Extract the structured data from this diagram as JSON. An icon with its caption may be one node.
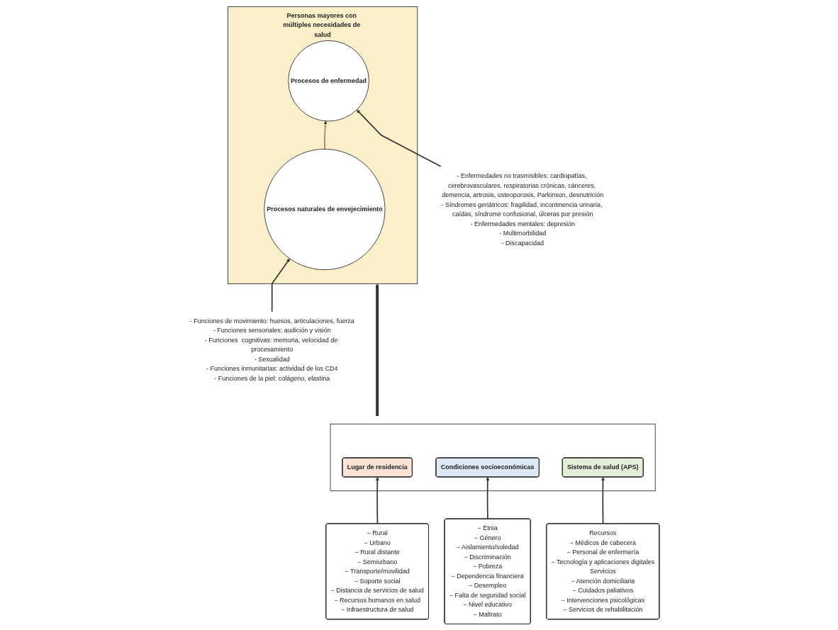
{
  "diagram": {
    "nodes": [
      {
        "text": [
          "- Funciones de movimiento: huesos, articulaciones, fuerza",
          "- Funciones sensoriales: audición y visión",
          "- Funciones  cognitivas: memoria, velocidad de procesamiento",
          "- Sexualidad",
          "- Funciones inmunitarias: actividad de los CD4",
          "- Funciones de la piel: colágeno, elastina"
        ]
      },
      {
        "text": [
          "Personas mayores con múltiples necesidades de salud"
        ]
      },
      {
        "text": [
          "Procesos naturales de envejecimiento"
        ],
        "in": 1
      },
      {
        "text": [
          "Procesos de enfermedad"
        ],
        "in": 1
      },
      {
        "text": [
          "- Enfermedades no trasmisibles: cardiopatías, cerebrovasculares, respiratorias crónicas, cánceres, demencia, artrosis, osteoporosis, Parkinson, desnutrición",
          "- Síndromes geriátricos: fragilidad, incontinencia urinaria, caídas, síndrome confusional, úlceras por presión",
          "- Enfermedades mentales: depresión",
          "- Multimorbilidad",
          "- Discapacidad"
        ]
      },
      {
        "text": [],
        "shape": "box"
      },
      {
        "text": [
          "Lugar de residencia"
        ],
        "in": 5
      },
      {
        "text": [
          "Condiciones socioeconómicas"
        ],
        "in": 5
      },
      {
        "text": [
          "Sistema de salud (APS)"
        ],
        "in": 5
      },
      {
        "text": [
          "− Rural",
          "− Urbano",
          "− Rural distante",
          "− Semiurbano",
          "− Transporte/movilidad",
          "− Soporte social",
          "− Distancia de servicios de salud",
          "− Recursos humanos en salud",
          "− Infraestructura de salud"
        ]
      },
      {
        "text": [
          "− Etnia",
          "− Género",
          "− Aislamiento/soledad",
          "− Discriminación",
          "− Pobreza",
          "− Dependencia financiera",
          "− Desempleo",
          "− Falta de seguridad social",
          "− Nivel educativo",
          "− Maltrato"
        ]
      },
      {
        "text": [
          "Recursos",
          "− Médicos de cabecera",
          "− Personal de enfermería",
          "− Tecnología y aplicaciones digitales",
          "Servicios",
          "− Atención domiciliaria",
          "− Cuidados paliativos",
          "− Intervenciones psicológicas",
          "− Servicios de rehabilitación"
        ]
      }
    ],
    "edges": [
      {
        "from": 0,
        "to": 2,
        "arrow": "to"
      },
      {
        "from": 2,
        "to": 3,
        "arrow": "to",
        "style": "dashed"
      },
      {
        "from": 4,
        "to": 3,
        "arrow": "to"
      },
      {
        "from": 5,
        "to": 1,
        "arrow": "to",
        "style": "thick"
      },
      {
        "from": 9,
        "to": 6,
        "arrow": "to"
      },
      {
        "from": 10,
        "to": 7,
        "arrow": "to"
      },
      {
        "from": 11,
        "to": 8,
        "arrow": "to"
      }
    ]
  }
}
